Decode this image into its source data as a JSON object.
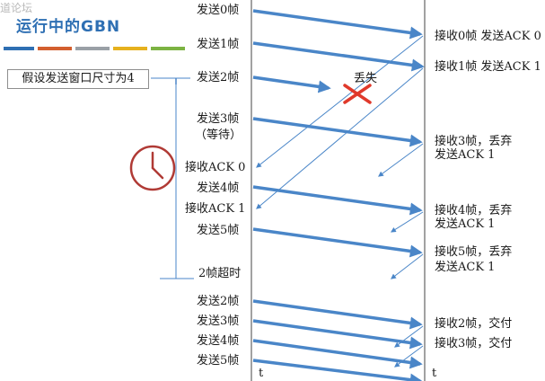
{
  "watermark": "道论坛",
  "title": "运行中的GBN",
  "assumption": "假设发送窗口尺寸为4",
  "title_bar_colors": [
    "#2e6fb3",
    "#d35f2e",
    "#9aa0a6",
    "#e6b11e",
    "#3f6fb0",
    "#7cb342"
  ],
  "colors": {
    "arrow": "#4a86c8",
    "timeline": "#444444",
    "timer_bracket": "#4a86c8",
    "lost_cross": "#e0392b",
    "clock": "#b03a35"
  },
  "sender_labels": [
    "发送0帧",
    "发送1帧",
    "发送2帧",
    "发送3帧",
    "（等待）",
    "接收ACK 0",
    "发送4帧",
    "接收ACK 1",
    "发送5帧",
    "2帧超时",
    "发送2帧",
    "发送3帧",
    "发送4帧",
    "发送5帧"
  ],
  "receiver_labels": [
    "接收0帧 发送ACK 0",
    "接收1帧 发送ACK 1",
    "接收3帧，丢弃",
    "发送ACK 1",
    "接收4帧，丢弃",
    "发送ACK 1",
    "接收5帧，丢弃",
    "发送ACK 1",
    "接收2帧，交付",
    "接收3帧，交付"
  ],
  "lost_label": "丢失",
  "time_axis_label": "t",
  "clock_icon": "clock-icon"
}
